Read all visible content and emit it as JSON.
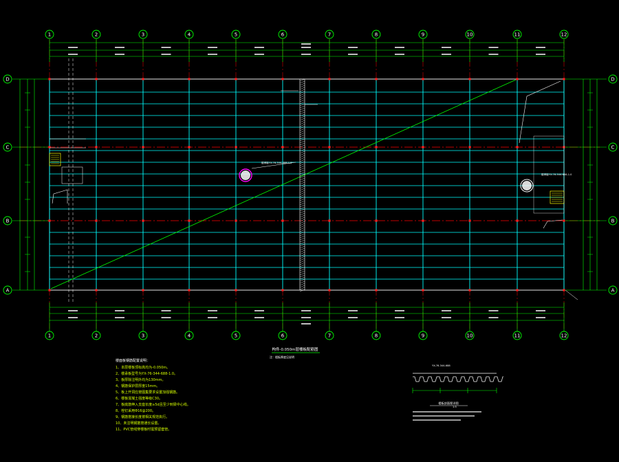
{
  "drawing": {
    "colors": {
      "background": "#000000",
      "axis": "#00ff00",
      "beam": "#00ffff",
      "grid_dash": "#ff0000",
      "column": "#ff2020",
      "text": "#ffffff",
      "notes": "#d6ff00",
      "hatch": "#ffffff",
      "diagonal": "#00ff00",
      "circle": "#ff00ff"
    },
    "top_axes": [
      "1",
      "2",
      "3",
      "4",
      "5",
      "6",
      "7",
      "8",
      "9",
      "10",
      "11",
      "12"
    ],
    "bottom_axes": [
      "1",
      "2",
      "3",
      "4",
      "5",
      "6",
      "7",
      "8",
      "9",
      "10",
      "11",
      "12"
    ],
    "left_axes": [
      "D",
      "C",
      "B",
      "A"
    ],
    "right_axes": [
      "D",
      "C",
      "B",
      "A"
    ],
    "plan_title": "构件-0.050m层楼板配筋图",
    "plan_subtitle": "注：楼板厚度见说明",
    "notes_title": "楼面板钢筋配置说明：",
    "notes": [
      "1、本层楼板顶标高均为-0.050m。",
      "2、楼承板型号为YX-76-344-688-1.0。",
      "3、板厚除注明外均为130mm。",
      "4、钢筋保护层厚度15mm。",
      "5、板上开洞应按图集要求设置加强钢筋。",
      "6、楼板混凝土强度等级C30。",
      "7、板底筋伸入支座长度≥5d且至少到梁中心线。",
      "8、栓钉采用Φ16@200。",
      "9、钢筋搭接长度按相关规范执行。",
      "10、未注明钢筋按通长设置。",
      "11、PVC管线穿楼板时需预留套管。"
    ],
    "section_title": "楼板剖面图详图",
    "section_labels": [
      "YX-76-344-688",
      "1:5"
    ],
    "circle_labels": [
      "楼承板YX-76-344-688-1.0",
      "楼承板YX-76-344-688-1.0"
    ]
  }
}
